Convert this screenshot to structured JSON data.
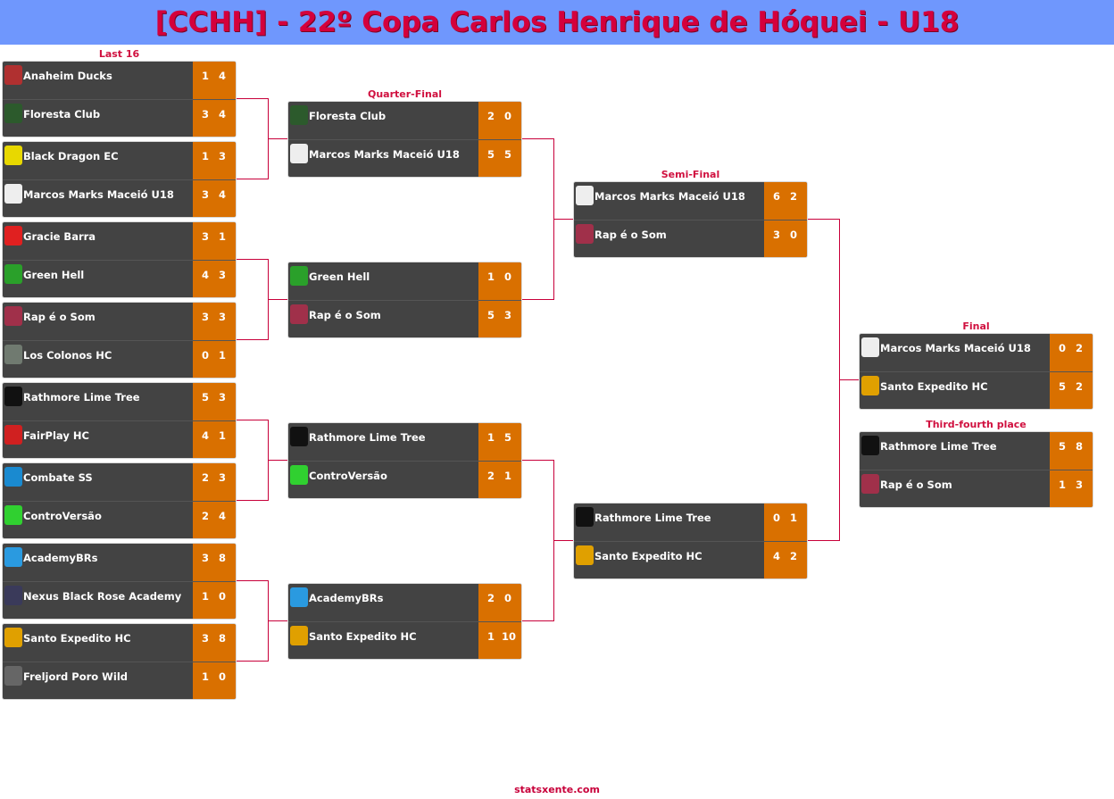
{
  "title": "[CCHH] - 22º Copa Carlos Henrique de Hóquei - U18",
  "footer": "statsxente.com",
  "colors": {
    "accent": "#c8003a",
    "header": "#6f97fd",
    "score": "#d97000",
    "card": "#434343"
  },
  "rounds": [
    {
      "label": "Last 16",
      "matches": [
        [
          [
            "Anaheim Ducks",
            "1",
            "4",
            "#b03030"
          ],
          [
            "Floresta Club",
            "3",
            "4",
            "#2c5a2c"
          ]
        ],
        [
          [
            "Black Dragon EC",
            "1",
            "3",
            "#e8d800"
          ],
          [
            "Marcos Marks Maceió U18",
            "3",
            "4",
            "#eeeeee"
          ]
        ],
        [
          [
            "Gracie Barra",
            "3",
            "1",
            "#e02020"
          ],
          [
            "Green Hell",
            "4",
            "3",
            "#2aa02a"
          ]
        ],
        [
          [
            "Rap é o Som",
            "3",
            "3",
            "#a0304a"
          ],
          [
            "Los Colonos HC",
            "0",
            "1",
            "#707a70"
          ]
        ],
        [
          [
            "Rathmore Lime Tree",
            "5",
            "3",
            "#111111"
          ],
          [
            "FairPlay HC",
            "4",
            "1",
            "#d02020"
          ]
        ],
        [
          [
            "Combate SS",
            "2",
            "3",
            "#1a8ad0"
          ],
          [
            "ControVersão",
            "2",
            "4",
            "#30d030"
          ]
        ],
        [
          [
            "AcademyBRs",
            "3",
            "8",
            "#2a9ae0"
          ],
          [
            "Nexus Black Rose Academy",
            "1",
            "0",
            "#3a3a5a"
          ]
        ],
        [
          [
            "Santo Expedito HC",
            "3",
            "8",
            "#e0a000"
          ],
          [
            "Freljord Poro Wild",
            "1",
            "0",
            "#666666"
          ]
        ]
      ]
    },
    {
      "label": "Quarter-Final",
      "matches": [
        [
          [
            "Floresta Club",
            "2",
            "0",
            "#2c5a2c"
          ],
          [
            "Marcos Marks Maceió U18",
            "5",
            "5",
            "#eeeeee"
          ]
        ],
        [
          [
            "Green Hell",
            "1",
            "0",
            "#2aa02a"
          ],
          [
            "Rap é o Som",
            "5",
            "3",
            "#a0304a"
          ]
        ],
        [
          [
            "Rathmore Lime Tree",
            "1",
            "5",
            "#111111"
          ],
          [
            "ControVersão",
            "2",
            "1",
            "#30d030"
          ]
        ],
        [
          [
            "AcademyBRs",
            "2",
            "0",
            "#2a9ae0"
          ],
          [
            "Santo Expedito HC",
            "1",
            "10",
            "#e0a000"
          ]
        ]
      ]
    },
    {
      "label": "Semi-Final",
      "matches": [
        [
          [
            "Marcos Marks Maceió U18",
            "6",
            "2",
            "#eeeeee"
          ],
          [
            "Rap é o Som",
            "3",
            "0",
            "#a0304a"
          ]
        ],
        [
          [
            "Rathmore Lime Tree",
            "0",
            "1",
            "#111111"
          ],
          [
            "Santo Expedito HC",
            "4",
            "2",
            "#e0a000"
          ]
        ]
      ]
    },
    {
      "label": "Final",
      "matches": [
        [
          [
            "Marcos Marks Maceió U18",
            "0",
            "2",
            "#eeeeee"
          ],
          [
            "Santo Expedito HC",
            "5",
            "2",
            "#e0a000"
          ]
        ]
      ]
    },
    {
      "label": "Third-fourth place",
      "matches": [
        [
          [
            "Rathmore Lime Tree",
            "5",
            "8",
            "#111111"
          ],
          [
            "Rap é o Som",
            "1",
            "3",
            "#a0304a"
          ]
        ]
      ]
    }
  ]
}
